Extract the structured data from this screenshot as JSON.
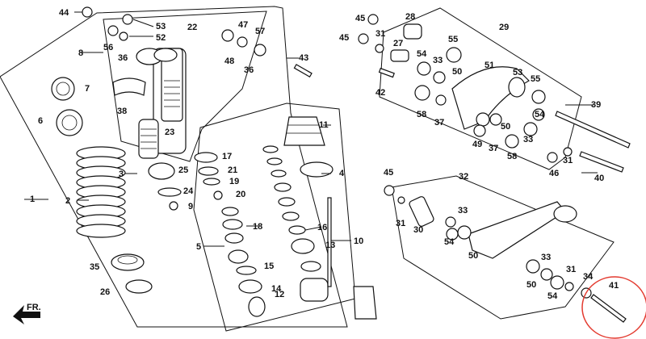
{
  "labels": {
    "44": "44",
    "53": "53",
    "22": "22",
    "52": "52",
    "8": "8",
    "56": "56",
    "36a": "36",
    "47": "47",
    "57": "57",
    "48": "48",
    "36b": "36",
    "43": "43",
    "45a": "45",
    "28": "28",
    "31a": "31",
    "45b": "45",
    "27": "27",
    "29": "29",
    "55a": "55",
    "54a": "54",
    "33a": "33",
    "51": "51",
    "50a": "50",
    "42": "42",
    "53b": "53",
    "55b": "55",
    "7": "7",
    "38": "38",
    "58a": "58",
    "37a": "37",
    "54b": "54",
    "39": "39",
    "6": "6",
    "23": "23",
    "11": "11",
    "49": "49",
    "50b": "50",
    "33b": "33",
    "37b": "37",
    "58b": "58",
    "17": "17",
    "25": "25",
    "21": "21",
    "4": "4",
    "3": "3",
    "46": "46",
    "31b": "31",
    "40": "40",
    "24": "24",
    "19": "19",
    "20": "20",
    "32": "32",
    "45c": "45",
    "1": "1",
    "2": "2",
    "9": "9",
    "31c": "31",
    "33c": "33",
    "18": "18",
    "16": "16",
    "30": "30",
    "54c": "54",
    "10": "10",
    "5": "5",
    "13": "13",
    "15": "15",
    "50c": "50",
    "33d": "33",
    "35": "35",
    "31d": "31",
    "34": "34",
    "41": "41",
    "26": "26",
    "14": "14",
    "12": "12",
    "50d": "50",
    "54d": "54"
  },
  "fr_text": "FR."
}
